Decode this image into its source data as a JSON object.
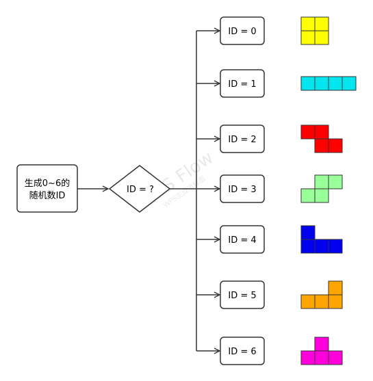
{
  "start_node": {
    "line1": "生成0~6的",
    "line2": "随机数ID"
  },
  "decision": {
    "label": "ID = ?"
  },
  "watermark": {
    "main": "WPS Flow",
    "sub": "WPS生成流程图"
  },
  "colors": {
    "stroke": "#333333",
    "cell_border": "#333333"
  },
  "branches": [
    {
      "label": "ID = 0",
      "color": "#ffff00",
      "piece": "O"
    },
    {
      "label": "ID = 1",
      "color": "#00e5ee",
      "piece": "I"
    },
    {
      "label": "ID = 2",
      "color": "#ff0000",
      "piece": "Z"
    },
    {
      "label": "ID = 3",
      "color": "#99ff99",
      "piece": "S"
    },
    {
      "label": "ID = 4",
      "color": "#0000ee",
      "piece": "J"
    },
    {
      "label": "ID = 5",
      "color": "#ffa500",
      "piece": "L"
    },
    {
      "label": "ID = 6",
      "color": "#ff00dd",
      "piece": "T"
    }
  ]
}
